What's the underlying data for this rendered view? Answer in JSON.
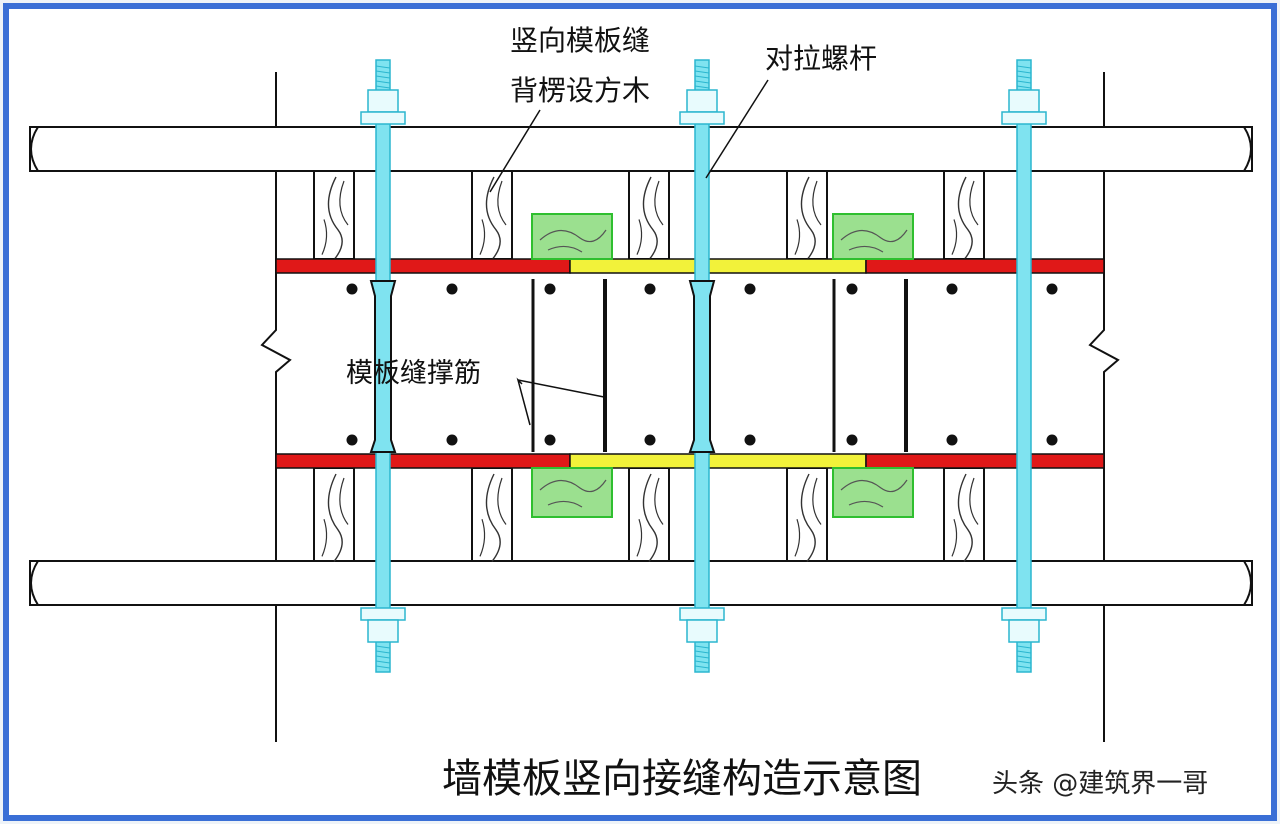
{
  "diagram": {
    "title": "墙模板竖向接缝构造示意图",
    "labels": {
      "seam_batten_line1": "竖向模板缝",
      "seam_batten_line2": "背楞设方木",
      "tie_rod": "对拉螺杆",
      "seam_rebar": "模板缝撑筋"
    },
    "watermark": "头条 @建筑界一哥"
  },
  "colors": {
    "frame": "#3a6fd6",
    "tie_rod": "#7fe3f0",
    "tie_rod_stroke": "#2bb6cf",
    "formwork_red": "#e01818",
    "formwork_yellow": "#f2f23a",
    "timber_green": "#9be08f",
    "timber_green_stroke": "#2fbf2f",
    "pipe": "#ffffff",
    "line": "#111111"
  }
}
